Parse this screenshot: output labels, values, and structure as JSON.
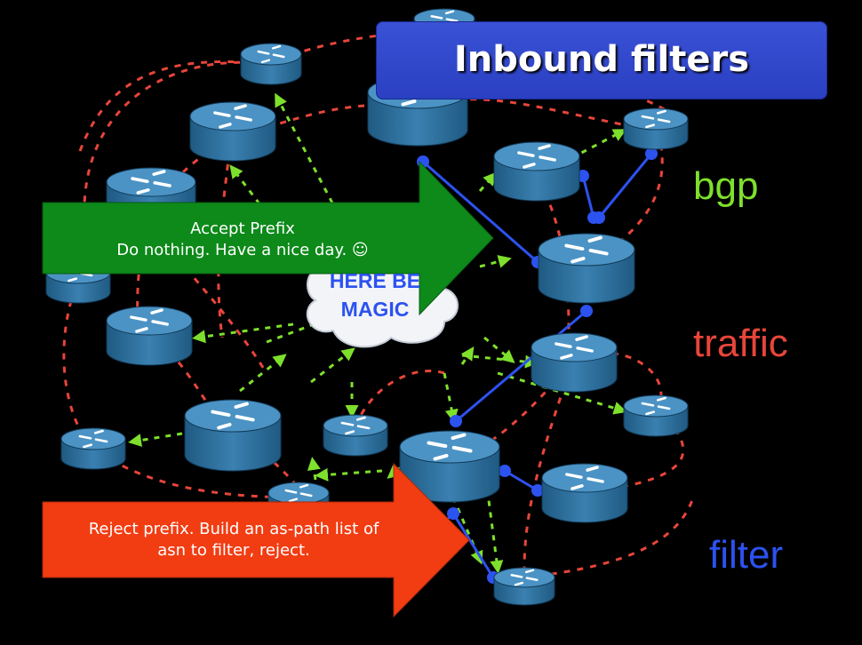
{
  "slide": {
    "title": "Inbound filters",
    "legend": {
      "bgp": "bgp",
      "traffic": "traffic",
      "filter": "filter"
    },
    "accept_arrow": {
      "line1": "Accept Prefix",
      "line2": "Do nothing. Have a nice day. ☺"
    },
    "reject_arrow": {
      "line1": "Reject prefix.  Build an as-path list of",
      "line2": "asn to filter, reject."
    },
    "cloud": {
      "line1": "HERE BE",
      "line2": "MAGIC"
    }
  },
  "colors": {
    "bgp": "#7ee02c",
    "traffic": "#e8453a",
    "filter": "#2c52f0",
    "accept_arrow": "#0d8a1a",
    "reject_arrow": "#f23c12",
    "router": "#2e6f9e",
    "title_box": "#3146cc"
  }
}
